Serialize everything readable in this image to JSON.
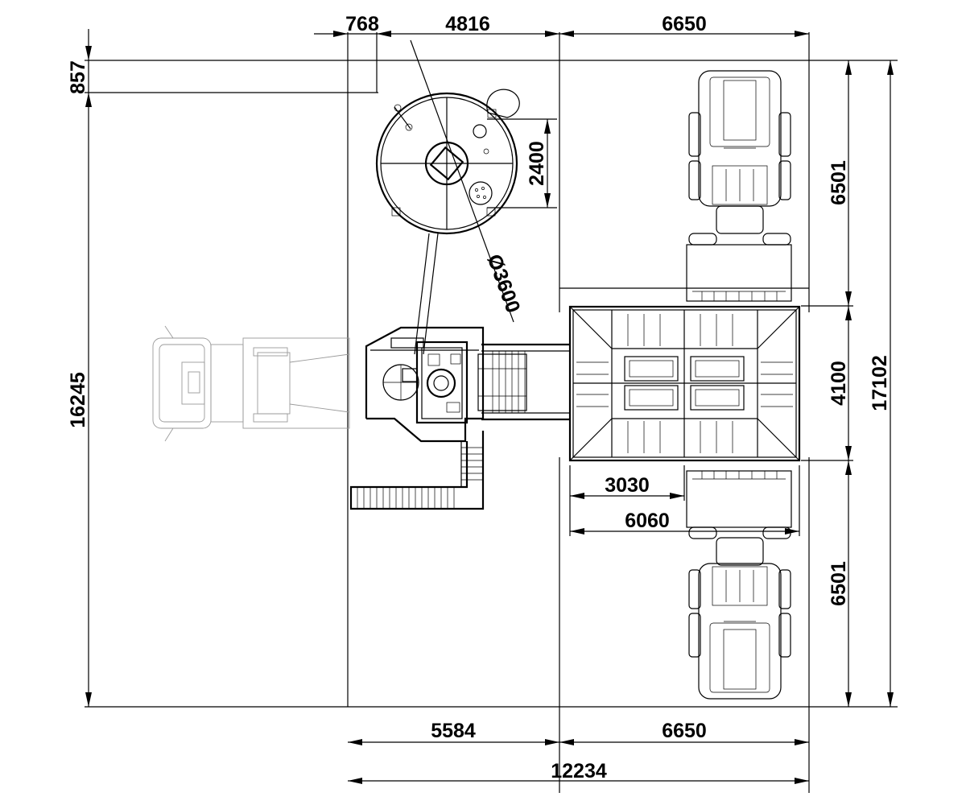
{
  "dimensions": {
    "top_offset": "768",
    "top_mixer_width": "4816",
    "top_bin_width": "6650",
    "left_gap": "857",
    "left_total": "16245",
    "tank_height": "2400",
    "tank_diameter": "Ø3600",
    "right_upper": "6501",
    "right_middle": "4100",
    "right_lower": "6501",
    "right_total": "17102",
    "hopper_half": "3030",
    "hopper_full": "6060",
    "bottom_left": "5584",
    "bottom_right": "6650",
    "bottom_total": "12234"
  },
  "colors": {
    "line": "#000000",
    "ghost_truck": "#9a9a9a",
    "background": "#ffffff"
  }
}
